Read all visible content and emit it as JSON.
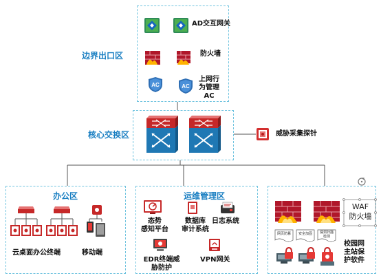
{
  "zones": {
    "border": {
      "label": "边界出口区"
    },
    "core": {
      "label": "核心交换区"
    },
    "office": {
      "label": "办公区"
    },
    "ops": {
      "label": "运维管理区"
    }
  },
  "border": {
    "ad_gateway": "AD交互网关",
    "firewall": "防火墙",
    "behavior_mgmt": "上网行\n为管理\nAC",
    "ac_badge": "AC"
  },
  "core": {
    "threat_probe": "威胁采集探针"
  },
  "office": {
    "cloud_desktop": "云桌面办公终端",
    "mobile": "移动端"
  },
  "ops": {
    "situational_awareness": "态势\n感知平台",
    "db_audit": "数据库\n审计系统",
    "log_system": "日志系统",
    "edr": "EDR终端威\n胁防护",
    "vpn": "VPN网关"
  },
  "campus": {
    "waf": "WAF\n防火墙",
    "protection": "校园网\n主站保\n护软件",
    "sub1": "网页防篡",
    "sub2": "安全加固",
    "sub3": "漏洞扫描\n检测"
  },
  "colors": {
    "zone_border": "#6ec3df",
    "zone_label": "#1a7fc2",
    "link": "#555555",
    "firewall_red": "#b0172a",
    "switch_blue": "#1f78b4"
  }
}
